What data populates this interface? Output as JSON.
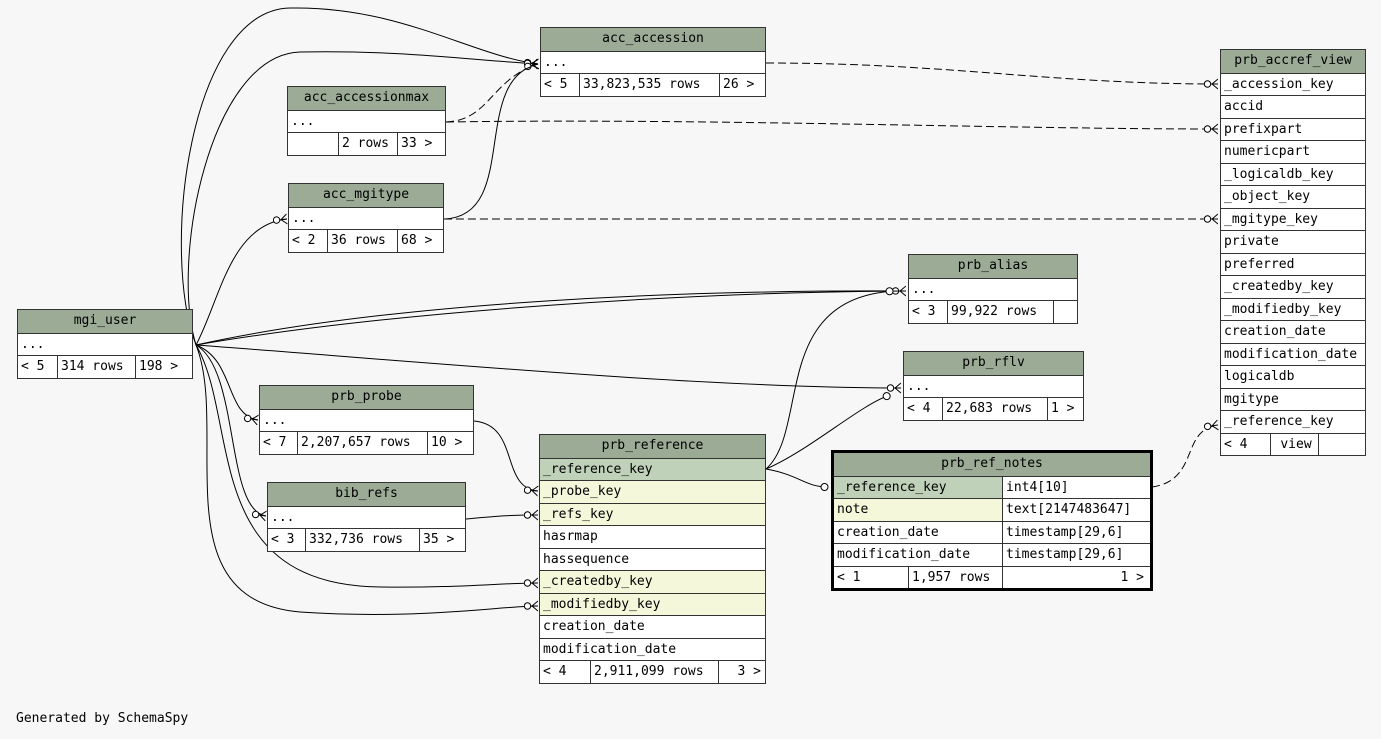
{
  "footer": "Generated by SchemaSpy",
  "tables": {
    "acc_accession": {
      "title": "acc_accession",
      "ellipsis": "...",
      "nav": [
        "< 5",
        "33,823,535 rows",
        "26 >"
      ]
    },
    "acc_accessionmax": {
      "title": "acc_accessionmax",
      "ellipsis": "...",
      "nav": [
        "",
        "2 rows",
        "33 >"
      ]
    },
    "acc_mgitype": {
      "title": "acc_mgitype",
      "ellipsis": "...",
      "nav": [
        "< 2",
        "36 rows",
        "68 >"
      ]
    },
    "mgi_user": {
      "title": "mgi_user",
      "ellipsis": "...",
      "nav": [
        "< 5",
        "314 rows",
        "198 >"
      ]
    },
    "prb_probe": {
      "title": "prb_probe",
      "ellipsis": "...",
      "nav": [
        "< 7",
        "2,207,657 rows",
        "10 >"
      ]
    },
    "bib_refs": {
      "title": "bib_refs",
      "ellipsis": "...",
      "nav": [
        "< 3",
        "332,736 rows",
        "35 >"
      ]
    },
    "prb_alias": {
      "title": "prb_alias",
      "ellipsis": "...",
      "nav": [
        "< 3",
        "99,922 rows",
        ""
      ]
    },
    "prb_rflv": {
      "title": "prb_rflv",
      "ellipsis": "...",
      "nav": [
        "< 4",
        "22,683 rows",
        "1 >"
      ]
    },
    "prb_reference": {
      "title": "prb_reference",
      "columns": [
        "_reference_key",
        "_probe_key",
        "_refs_key",
        "hasrmap",
        "hassequence",
        "_createdby_key",
        "_modifiedby_key",
        "creation_date",
        "modification_date"
      ],
      "nav": [
        "< 4",
        "2,911,099 rows",
        "3 >"
      ]
    },
    "prb_ref_notes": {
      "title": "prb_ref_notes",
      "columns": [
        {
          "name": "_reference_key",
          "type": "int4[10]"
        },
        {
          "name": "note",
          "type": "text[2147483647]"
        },
        {
          "name": "creation_date",
          "type": "timestamp[29,6]"
        },
        {
          "name": "modification_date",
          "type": "timestamp[29,6]"
        }
      ],
      "nav": [
        "< 1",
        "1,957 rows",
        "1 >"
      ]
    },
    "prb_accref_view": {
      "title": "prb_accref_view",
      "columns": [
        "_accession_key",
        "accid",
        "prefixpart",
        "numericpart",
        "_logicaldb_key",
        "_object_key",
        "_mgitype_key",
        "private",
        "preferred",
        "_createdby_key",
        "_modifiedby_key",
        "creation_date",
        "modification_date",
        "logicaldb",
        "mgitype",
        "_reference_key"
      ],
      "nav": [
        "< 4",
        "view"
      ]
    }
  },
  "colors": {
    "header": "#9bab96",
    "primary_key": "#bfd1b9",
    "foreign_key": "#f4f7da",
    "background": "#f7f7f7"
  }
}
